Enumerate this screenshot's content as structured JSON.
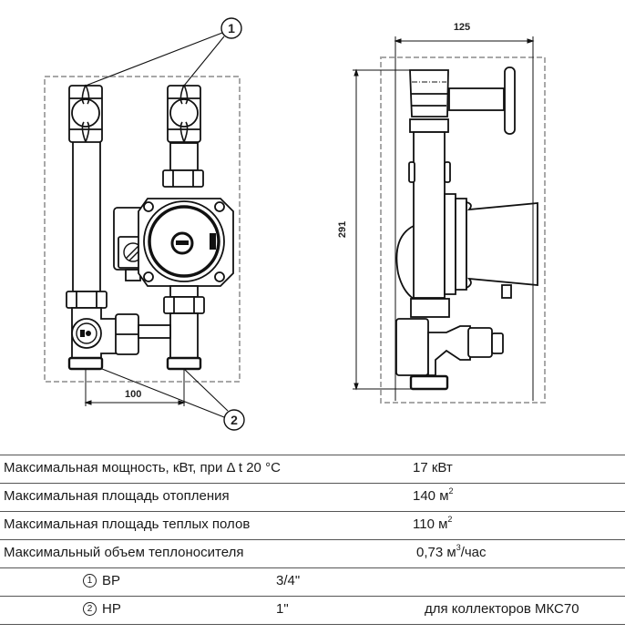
{
  "drawing": {
    "front_view": {
      "dimension_width": "100",
      "callouts": [
        {
          "number": "1",
          "meaning": "ball-valve-connections"
        },
        {
          "number": "2",
          "meaning": "bottom-pipe-connections"
        }
      ]
    },
    "side_view": {
      "dimension_depth": "125",
      "dimension_height": "291"
    }
  },
  "specs": [
    {
      "label": "Максимальная мощность, кВт, при Δ t 20 °C",
      "value": "17 кВт",
      "value_sup": ""
    },
    {
      "label": "Максимальная площадь отопления",
      "value": "140 м",
      "value_sup": "2"
    },
    {
      "label": "Максимальная площадь теплых полов",
      "value": "110 м",
      "value_sup": "2"
    },
    {
      "label": "Максимальный объем теплоносителя",
      "value": "0,73 м",
      "value_sup": "3",
      "value_suffix": "/час"
    }
  ],
  "connections": [
    {
      "marker": "1",
      "type": "ВР",
      "size": "3/4\"",
      "note": ""
    },
    {
      "marker": "2",
      "type": "НР",
      "size": "1\"",
      "note": "для коллекторов МКС70"
    }
  ]
}
